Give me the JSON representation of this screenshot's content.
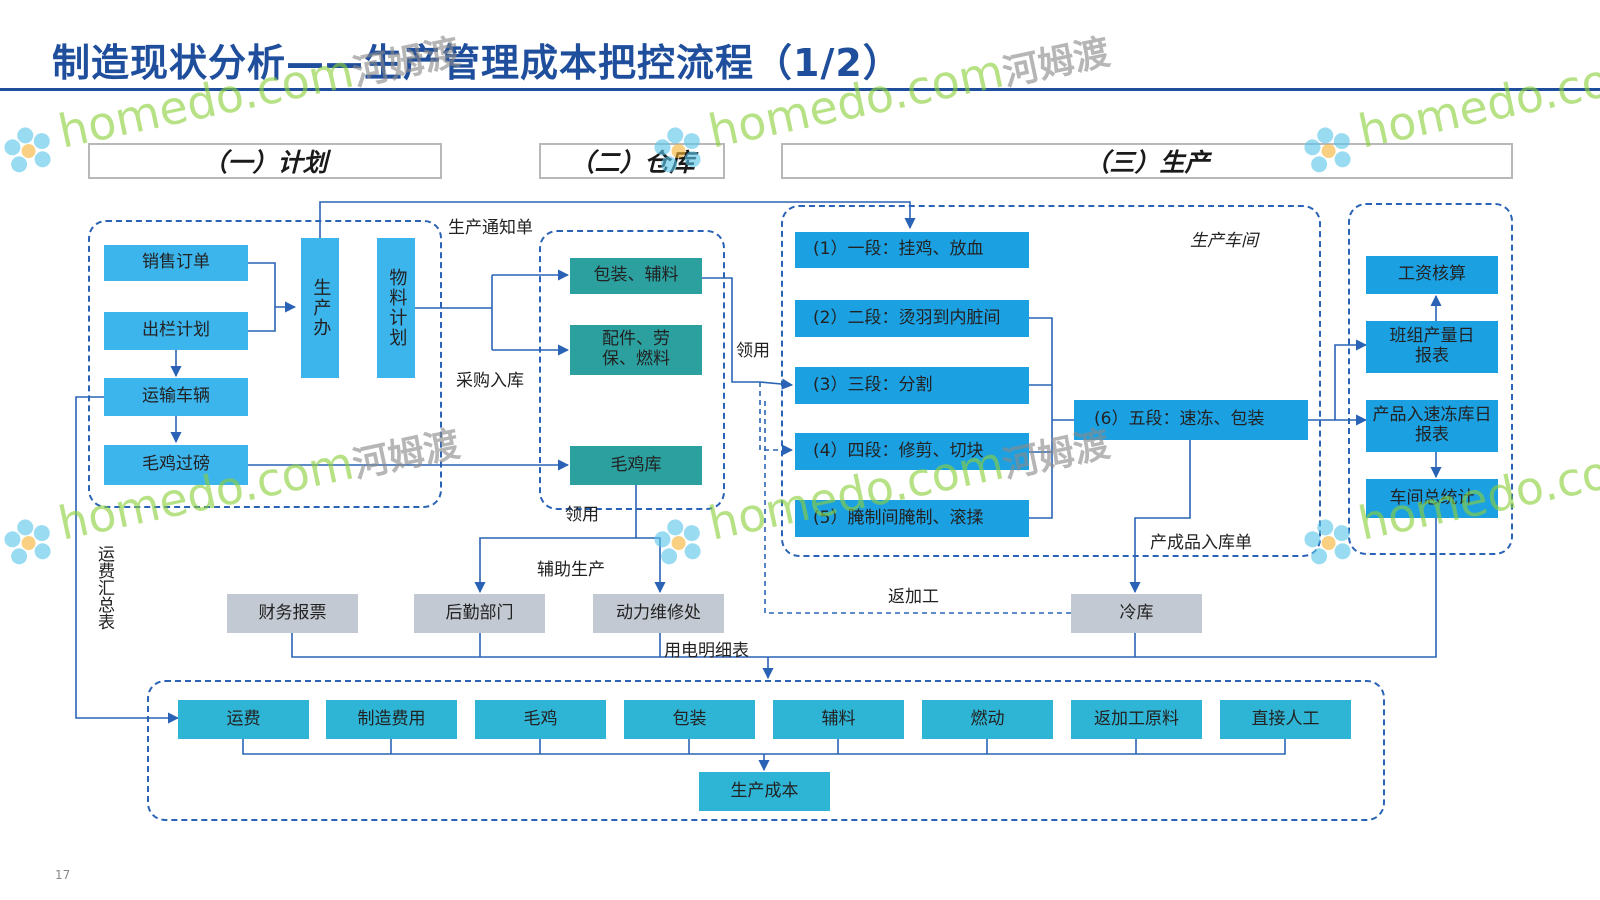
{
  "title": "制造现状分析——生产管理成本把控流程（1/2）",
  "page_number": "17",
  "sections": {
    "plan": "（一）计划",
    "warehouse": "（二）仓库",
    "production": "（三）生产"
  },
  "plan": {
    "sales_order": "销售订单",
    "slaughter_plan": "出栏计划",
    "transport_vehicle": "运输车辆",
    "chicken_weighing": "毛鸡过磅",
    "production_office": "生产办",
    "material_plan": "物料计划"
  },
  "warehouse": {
    "packaging": "包装、辅料",
    "parts": "配件、劳保、燃料",
    "chicken_store": "毛鸡库"
  },
  "production": {
    "workshop_label": "生产车间",
    "stage1": "(1）一段：挂鸡、放血",
    "stage2": "(2）二段：烫羽到内脏间",
    "stage3": "(3）三段：分割",
    "stage4": "(4）四段：修剪、切块",
    "stage5": "(5）腌制间腌制、滚揉",
    "stage6": "(6）五段：速冻、包装"
  },
  "reports": {
    "wage_accounting": "工资核算",
    "team_output": "班组产量日报表",
    "product_freezer": "产品入速冻库日报表",
    "workshop_summary": "车间总统计"
  },
  "lower": {
    "finance_report": "财务报票",
    "logistics": "后勤部门",
    "power_repair": "动力维修处",
    "cold_store": "冷库"
  },
  "labels": {
    "production_notice": "生产通知单",
    "purchase_in": "采购入库",
    "receive_1": "领用",
    "receive_2": "领用",
    "aux_production": "辅助生产",
    "finished_in": "产成品入库单",
    "rework": "返加工",
    "electricity": "用电明细表",
    "freight_summary": "运费汇总表"
  },
  "costs": {
    "items": [
      "运费",
      "制造费用",
      "毛鸡",
      "包装",
      "辅料",
      "燃动",
      "返加工原料",
      "直接人工"
    ],
    "total": "生产成本"
  },
  "watermark": {
    "en": "homedo.com",
    "cn": "河姆渡"
  },
  "colors": {
    "title": "#1f4e9c",
    "box_light": "#3cb4ec",
    "box_teal": "#2c9f9f",
    "box_gray": "#c3c9d2",
    "line": "#2a63b5",
    "watermark_green": "#8ccf3c"
  }
}
